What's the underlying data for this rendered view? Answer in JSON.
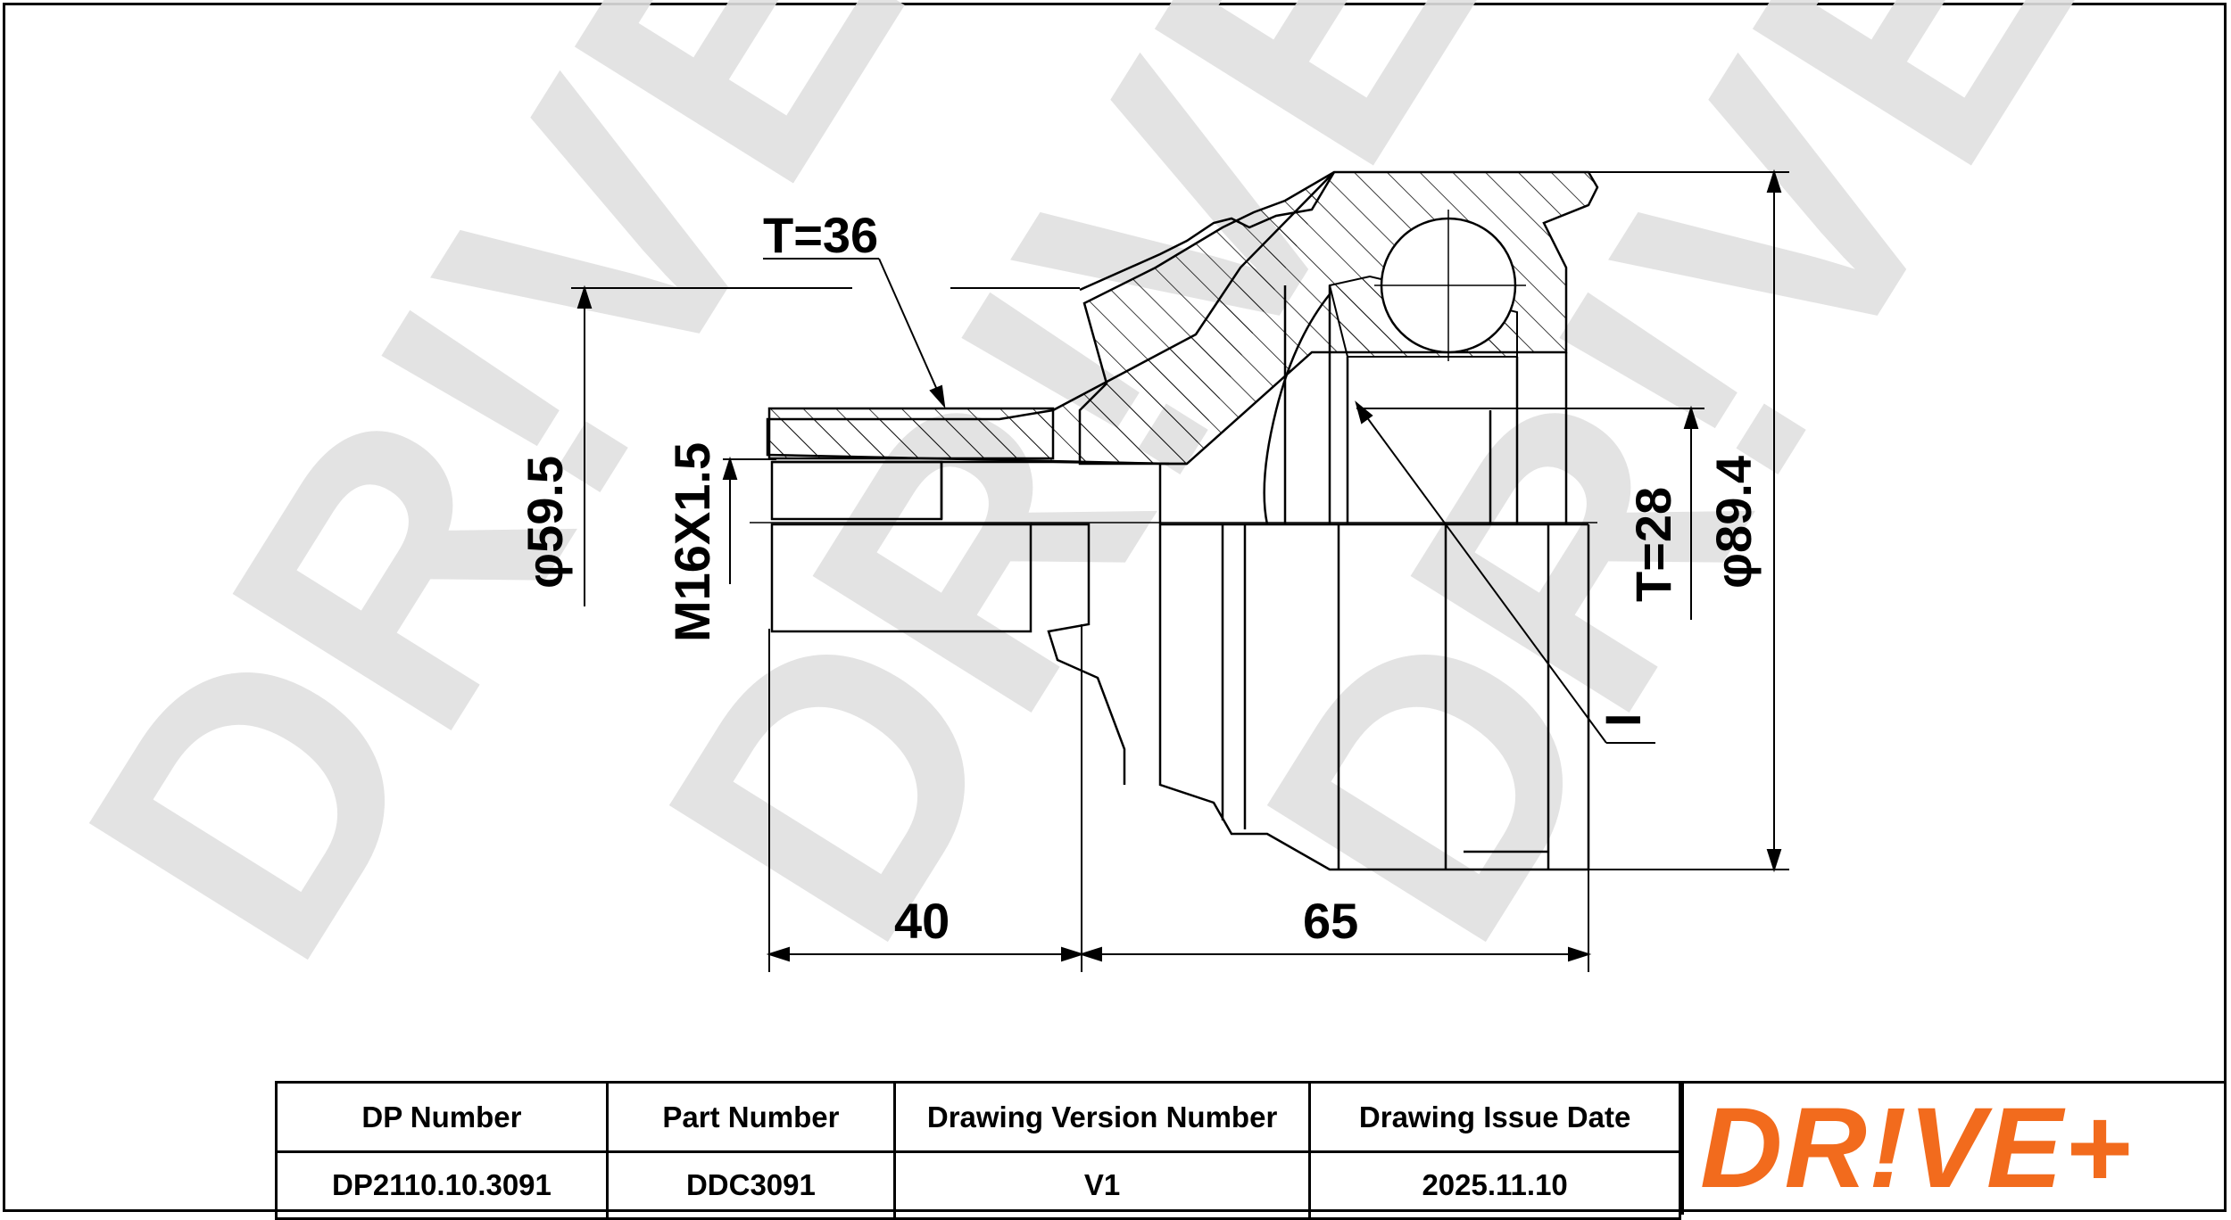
{
  "drawing": {
    "dimensions": {
      "wrench_thread_side": "T=36",
      "outer_diameter_small": "φ59.5",
      "thread": "M16X1.5",
      "length_stub": "40",
      "length_body": "65",
      "spline_count": "T=28",
      "outer_diameter_large": "φ89.4",
      "marker": "I"
    },
    "watermark": "DR!VE+"
  },
  "title_block": {
    "headers": [
      "DP Number",
      "Part Number",
      "Drawing Version Number",
      "Drawing Issue Date"
    ],
    "values": [
      "DP2110.10.3091",
      "DDC3091",
      "V1",
      "2025.11.10"
    ]
  },
  "logo": {
    "text": "DR!VE+",
    "color": "#f26b1d"
  }
}
